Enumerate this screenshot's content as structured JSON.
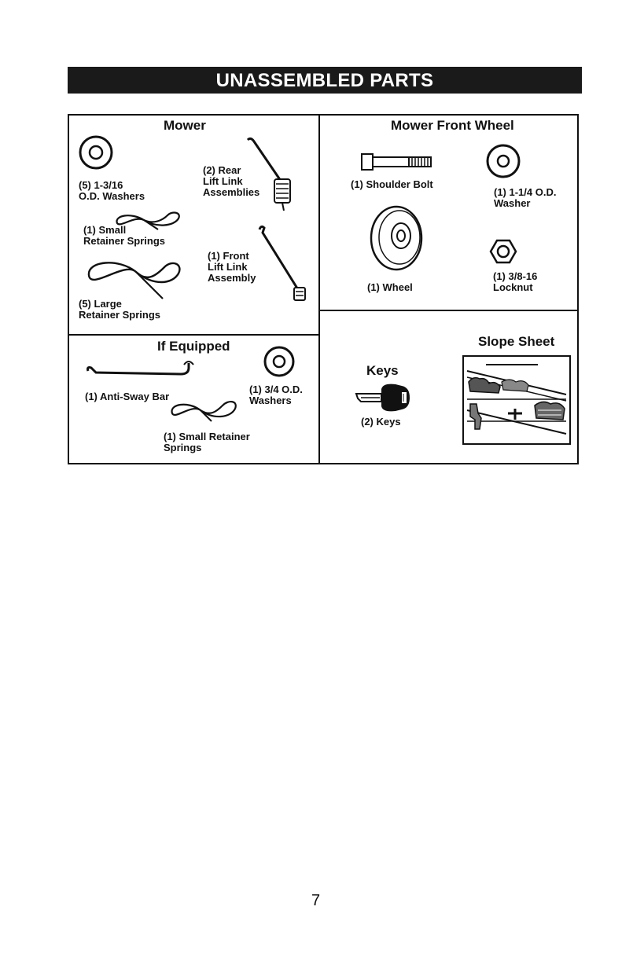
{
  "banner": {
    "title": "UNASSEMBLED PARTS"
  },
  "mower": {
    "heading": "Mower",
    "washers": [
      "(5) 1-3/16",
      "O.D. Washers"
    ],
    "rear_link": [
      "(2) Rear",
      "Lift Link",
      "Assemblies"
    ],
    "small_springs": [
      "(1) Small",
      "Retainer Springs"
    ],
    "front_link": [
      "(1) Front",
      "Lift Link",
      "Assembly"
    ],
    "large_springs": [
      "(5) Large",
      "Retainer Springs"
    ]
  },
  "front_wheel": {
    "heading": "Mower Front Wheel",
    "bolt": "(1) Shoulder Bolt",
    "washer": [
      "(1) 1-1/4 O.D.",
      "Washer"
    ],
    "wheel": "(1) Wheel",
    "locknut": [
      "(1) 3/8-16",
      "Locknut"
    ]
  },
  "if_equipped": {
    "heading": "If Equipped",
    "bar": "(1) Anti-Sway Bar",
    "washers": [
      "(1) 3/4 O.D.",
      "Washers"
    ],
    "springs": [
      "(1) Small Retainer",
      "Springs"
    ]
  },
  "keys": {
    "heading": "Keys",
    "label": "(2) Keys"
  },
  "slope": {
    "heading": "Slope Sheet"
  },
  "page": {
    "number": "7"
  }
}
